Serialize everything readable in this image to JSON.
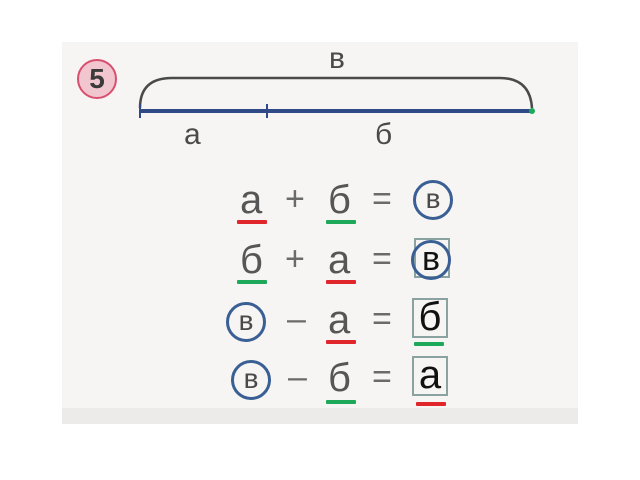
{
  "task": {
    "number": "5"
  },
  "segment": {
    "whole_label": "в",
    "left_label": "а",
    "right_label": "б"
  },
  "colors": {
    "red_underline": "#e0262b",
    "green_underline": "#1ea85a",
    "circle": "#3a5f94",
    "segment": "#2f4a86"
  },
  "equations": [
    {
      "first": "а",
      "op1": "+",
      "second": "б",
      "eq": "=",
      "result": "в"
    },
    {
      "first": "б",
      "op1": "+",
      "second": "а",
      "eq": "=",
      "result": "в"
    },
    {
      "first": "в",
      "op1": "–",
      "second": "а",
      "eq": "=",
      "result": "б"
    },
    {
      "first": "в",
      "op1": "–",
      "second": "б",
      "eq": "=",
      "result": "а"
    }
  ]
}
